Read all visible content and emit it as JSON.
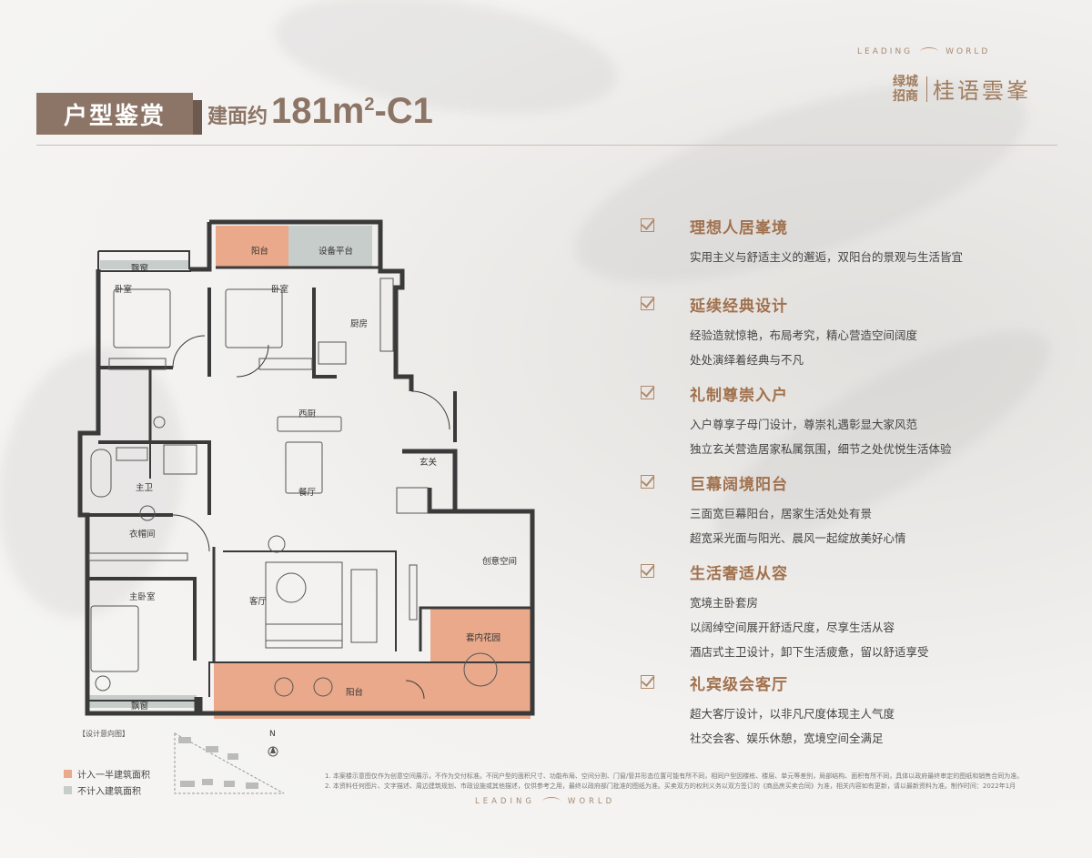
{
  "brand": {
    "tagline_left": "LEADING",
    "tagline_right": "WORLD",
    "logo_small_top": "绿城",
    "logo_small_bottom": "招商",
    "logo_name": "桂语雲峯"
  },
  "header": {
    "title": "户型鉴赏",
    "area_prefix": "建面约",
    "area_value": "181m",
    "area_sup": "2",
    "type_code": "-C1"
  },
  "features": [
    {
      "title": "理想人居峯境",
      "lines": [
        "实用主义与舒适主义的邂逅，双阳台的景观与生活皆宜"
      ]
    },
    {
      "title": "延续经典设计",
      "lines": [
        "经验造就惊艳，布局考究，精心营造空间阔度",
        "处处演绎着经典与不凡"
      ]
    },
    {
      "title": "礼制尊崇入户",
      "lines": [
        "入户尊享子母门设计，尊崇礼遇彰显大家风范",
        "独立玄关营造居家私属氛围，细节之处优悦生活体验"
      ]
    },
    {
      "title": "巨幕阔境阳台",
      "lines": [
        "三面宽巨幕阳台，居家生活处处有景",
        "超宽采光面与阳光、晨风一起绽放美好心情"
      ]
    },
    {
      "title": "生活奢适从容",
      "lines": [
        "宽境主卧套房",
        "以阔绰空间展开舒适尺度，尽享生活从容",
        "酒店式主卫设计，卸下生活疲惫，留以舒适享受"
      ]
    },
    {
      "title": "礼宾级会客厅",
      "lines": [
        "超大客厅设计，以非凡尺度体现主人气度",
        "社交会客、娱乐休憩，宽境空间全满足"
      ]
    }
  ],
  "rooms": {
    "balcony_top": "阳台",
    "equipment": "设备平台",
    "bay_window_top": "飘窗",
    "bedroom_1": "卧室",
    "bedroom_2": "卧室",
    "kitchen": "厨房",
    "western_kitchen": "西厨",
    "dining": "餐厅",
    "foyer": "玄关",
    "master_bath": "主卫",
    "cloakroom": "衣帽间",
    "creative_space": "创意空间",
    "living": "客厅",
    "master_bedroom": "主卧室",
    "garden": "套内花园",
    "balcony_bottom": "阳台",
    "bay_window_bottom": "飘窗"
  },
  "design_note": "【设计意向图】",
  "compass": "N",
  "legend": {
    "half_area": "计入一半建筑面积",
    "excluded_area": "不计入建筑面积",
    "half_color": "#e9a98a",
    "excluded_color": "#c7cdcb"
  },
  "disclaimer": {
    "line1": "1. 本案楼示意图仅作为创意空间展示，不作为交付标准。不同户型的面积尺寸、功能布局、空间分割、门窗/管井形态位置可能有所不同，相同户型因楼栋、楼层、单元等差别，局部结构、面积有所不同，具体以政府最终审定的图纸和销售合同为准。",
    "line2": "2. 本资料任何图片、文字描述、周边建筑规划、市政设施或其他描述，仅供参考之用，最终以政府部门批准的图纸为准。买卖双方的权利义务以双方签订的《商品房买卖合同》为准，相关内容如有更新，请以最新资料为准。制作时间：2022年1月"
  },
  "accent_color": "#a1714e"
}
